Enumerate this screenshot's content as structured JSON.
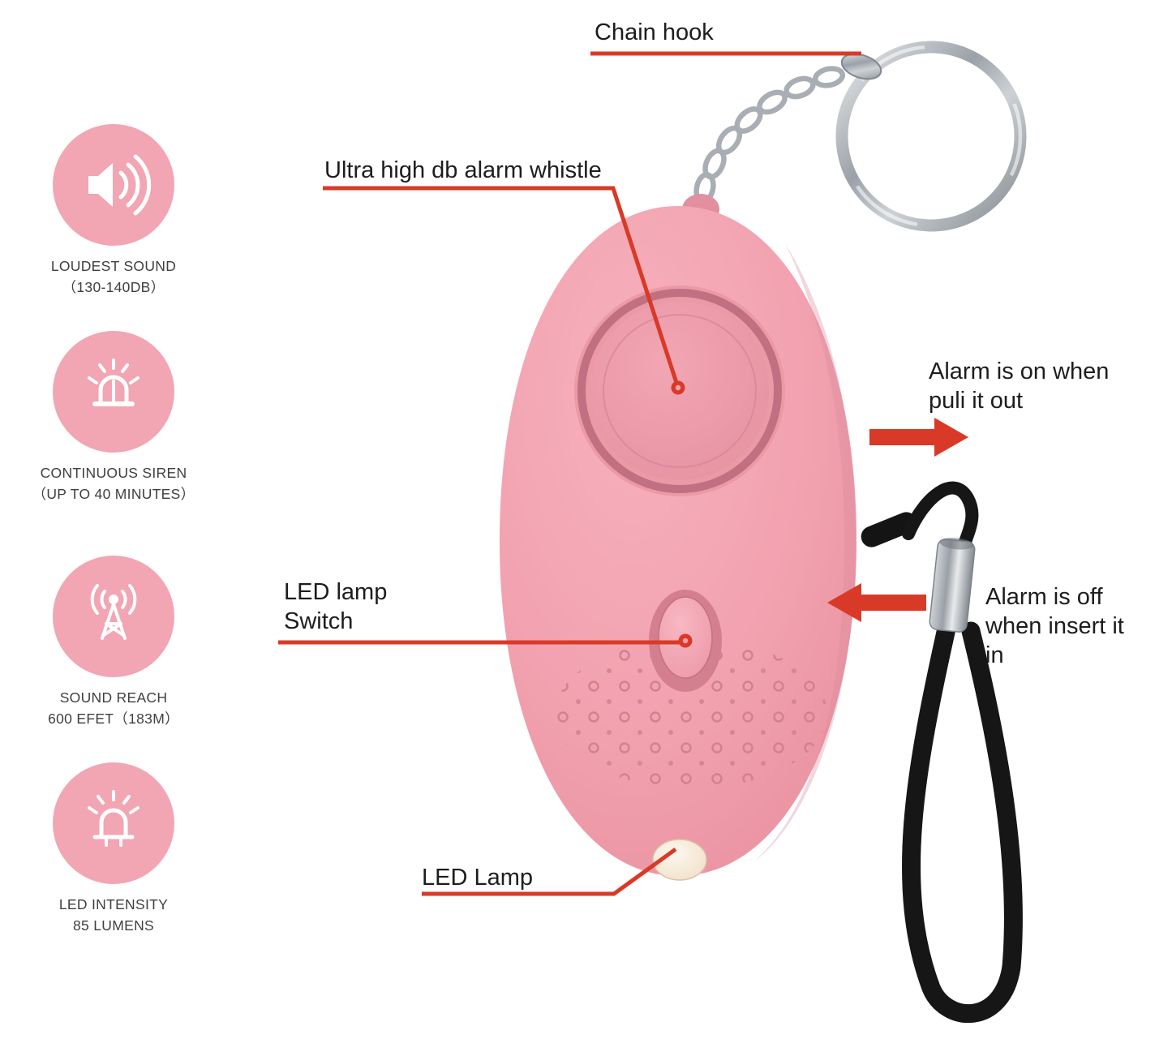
{
  "features": [
    {
      "icon": "speaker-icon",
      "line1": "LOUDEST SOUND",
      "line2": "（130-140DB）"
    },
    {
      "icon": "siren-icon",
      "line1": "CONTINUOUS SIREN",
      "line2": "（UP TO 40 MINUTES）"
    },
    {
      "icon": "signal-icon",
      "line1": "SOUND REACH",
      "line2": "600 EFET（183M）"
    },
    {
      "icon": "led-icon",
      "line1": "LED INTENSITY",
      "line2": "85 LUMENS"
    }
  ],
  "annotations": {
    "chain_hook": "Chain hook",
    "alarm_whistle": "Ultra high db alarm whistle",
    "led_switch_line1": "LED lamp",
    "led_switch_line2": "Switch",
    "led_lamp": "LED Lamp",
    "alarm_on_line1": "Alarm is on when",
    "alarm_on_line2": "puli it out",
    "alarm_off_line1": "Alarm is off",
    "alarm_off_line2": "when insert it",
    "alarm_off_line3": "in"
  },
  "colors": {
    "body_pink": "#f1a0ae",
    "ring_dark_pink": "#b9697a",
    "annotation_red": "#d93a27",
    "lanyard_black": "#161616",
    "metal_gray": "#9ba1a8"
  }
}
